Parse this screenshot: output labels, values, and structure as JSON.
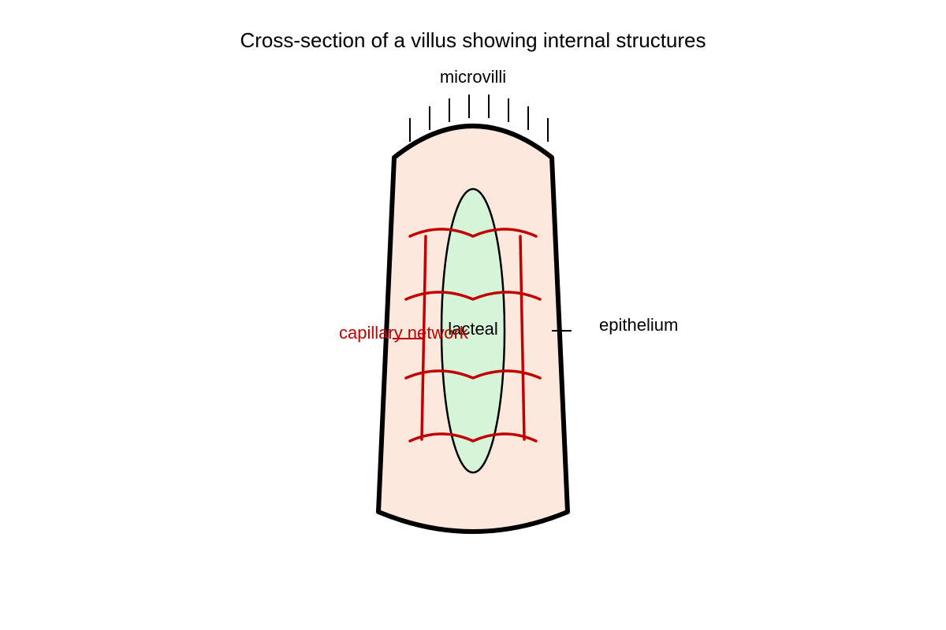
{
  "title": "Cross-section of a villus showing internal structures",
  "labels": {
    "microvilli": "microvilli",
    "lacteal": "lacteal",
    "epithelium": "epithelium",
    "capillary_network": "capillary network"
  },
  "colors": {
    "background": "#ffffff",
    "villus_fill": "#fce8dc",
    "villus_outline": "#000000",
    "lacteal_fill": "#d6f4d8",
    "capillary": "#c00000",
    "text": "#000000",
    "capillary_label": "#c00000"
  }
}
